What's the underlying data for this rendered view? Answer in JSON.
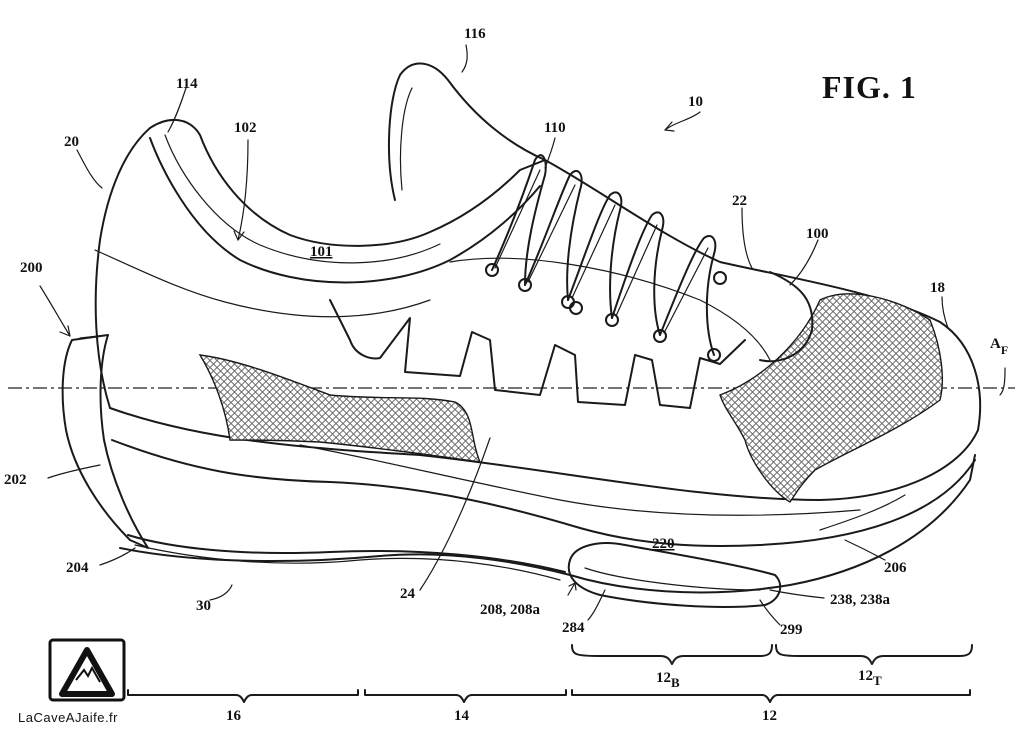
{
  "figure": {
    "title": "FIG. 1",
    "watermark": "LaCaveAJaife.fr"
  },
  "labels": {
    "l10": "10",
    "l18": "18",
    "l20": "20",
    "l22": "22",
    "l24": "24",
    "l30": "30",
    "l100": "100",
    "l101": "101",
    "l102": "102",
    "l110": "110",
    "l114": "114",
    "l116": "116",
    "l200": "200",
    "l202": "202",
    "l204": "204",
    "l206": "206",
    "l208": "208, 208a",
    "l220": "220",
    "l238": "238, 238a",
    "l284": "284",
    "l299": "299",
    "af_main": "A",
    "af_sub": "F",
    "r12b_main": "12",
    "r12b_sub": "B",
    "r12t_main": "12",
    "r12t_sub": "T",
    "r16": "16",
    "r14": "14",
    "r12": "12"
  }
}
